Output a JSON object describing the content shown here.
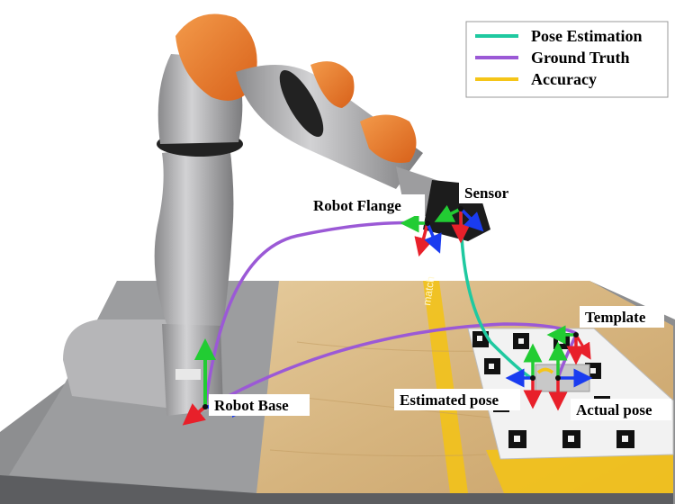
{
  "legend": {
    "items": [
      {
        "label": "Pose Estimation",
        "color": "#1fc9a0"
      },
      {
        "label": "Ground Truth",
        "color": "#9b59d6"
      },
      {
        "label": "Accuracy",
        "color": "#f5c518"
      }
    ]
  },
  "labels": {
    "sensor": "Sensor",
    "robot_flange": "Robot Flange",
    "template": "Template",
    "robot_base": "Robot Base",
    "estimated_pose": "Estimated pose",
    "actual_pose": "Actual pose"
  },
  "board_text": "match",
  "axis_colors": {
    "x": "#e8202a",
    "y": "#22cc33",
    "z": "#1a3cf0"
  }
}
